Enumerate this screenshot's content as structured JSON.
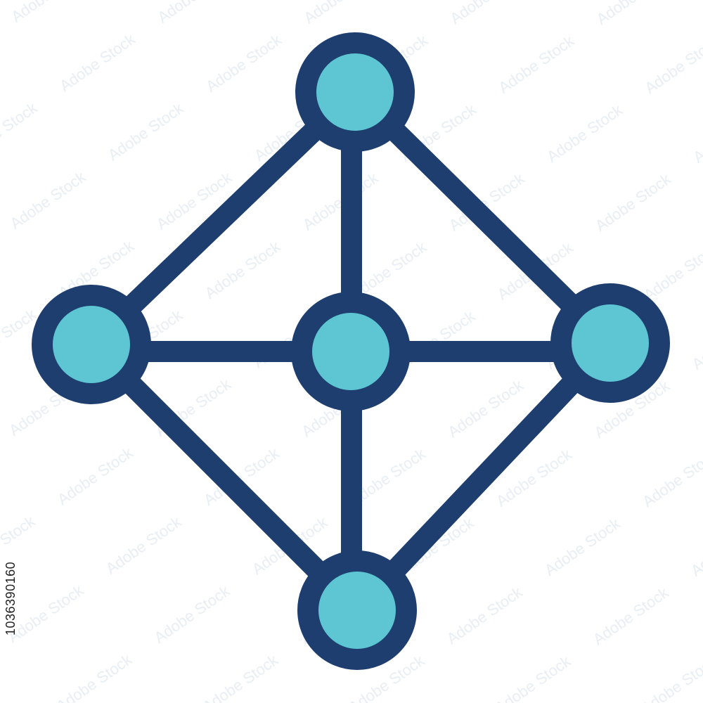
{
  "colors": {
    "background": "#ffffff",
    "stroke": "#1d3e6e",
    "node_fill": "#5ec6d3",
    "watermark": "#e6edf3",
    "id_text": "#222222"
  },
  "icon": {
    "name": "network-nodes-icon",
    "node_count": 5,
    "edge_count": 8
  },
  "stock_id": "1036390160"
}
